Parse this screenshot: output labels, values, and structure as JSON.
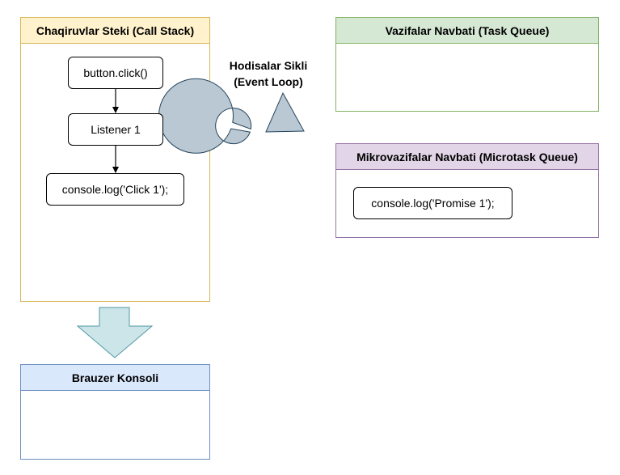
{
  "call_stack": {
    "title": "Chaqiruvlar Steki (Call Stack)",
    "items": [
      "button.click()",
      "Listener 1",
      "console.log('Click 1');"
    ]
  },
  "event_loop": {
    "label_line1": "Hodisalar Sikli",
    "label_line2": "(Event Loop)"
  },
  "task_queue": {
    "title": "Vazifalar Navbati (Task Queue)"
  },
  "microtask_queue": {
    "title": "Mikrovazifalar Navbati (Microtask Queue)",
    "items": [
      "console.log('Promise 1');"
    ]
  },
  "browser_console": {
    "title": "Brauzer Konsoli"
  },
  "colors": {
    "call_stack_fill": "#fff2cc",
    "call_stack_stroke": "#d6b656",
    "task_queue_fill": "#d5e8d4",
    "task_queue_stroke": "#82b366",
    "microtask_fill": "#e1d5e7",
    "microtask_stroke": "#9673a6",
    "console_fill": "#dae8fc",
    "console_stroke": "#6c8ebf",
    "event_loop_fill": "#bac8d3",
    "event_loop_stroke": "#23445d",
    "flow_arrow_fill": "#cce5e8"
  }
}
